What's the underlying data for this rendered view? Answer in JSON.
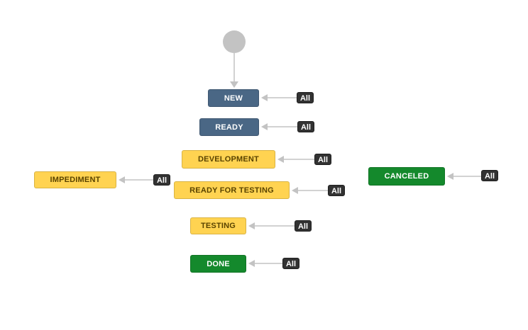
{
  "diagram": {
    "start": {
      "name": "start"
    },
    "nodes": [
      {
        "id": "new",
        "label": "NEW",
        "category": "slate",
        "transition": "All"
      },
      {
        "id": "ready",
        "label": "READY",
        "category": "slate",
        "transition": "All"
      },
      {
        "id": "development",
        "label": "DEVELOPMENT",
        "category": "yellow",
        "transition": "All"
      },
      {
        "id": "impediment",
        "label": "IMPEDIMENT",
        "category": "yellow",
        "transition": "All"
      },
      {
        "id": "ready-for-testing",
        "label": "READY FOR TESTING",
        "category": "yellow",
        "transition": "All"
      },
      {
        "id": "canceled",
        "label": "CANCELED",
        "category": "green",
        "transition": "All"
      },
      {
        "id": "testing",
        "label": "TESTING",
        "category": "yellow",
        "transition": "All"
      },
      {
        "id": "done",
        "label": "DONE",
        "category": "green",
        "transition": "All"
      }
    ],
    "colors": {
      "slate": "#4a6785",
      "yellow": "#ffd351",
      "green": "#14892c",
      "badge": "#323232",
      "arrow": "#c3c3c3",
      "arrow_line": "#d2d2d2",
      "start_node": "#c3c3c3",
      "yellow_text": "#594300",
      "light_text": "#ffffff"
    }
  }
}
